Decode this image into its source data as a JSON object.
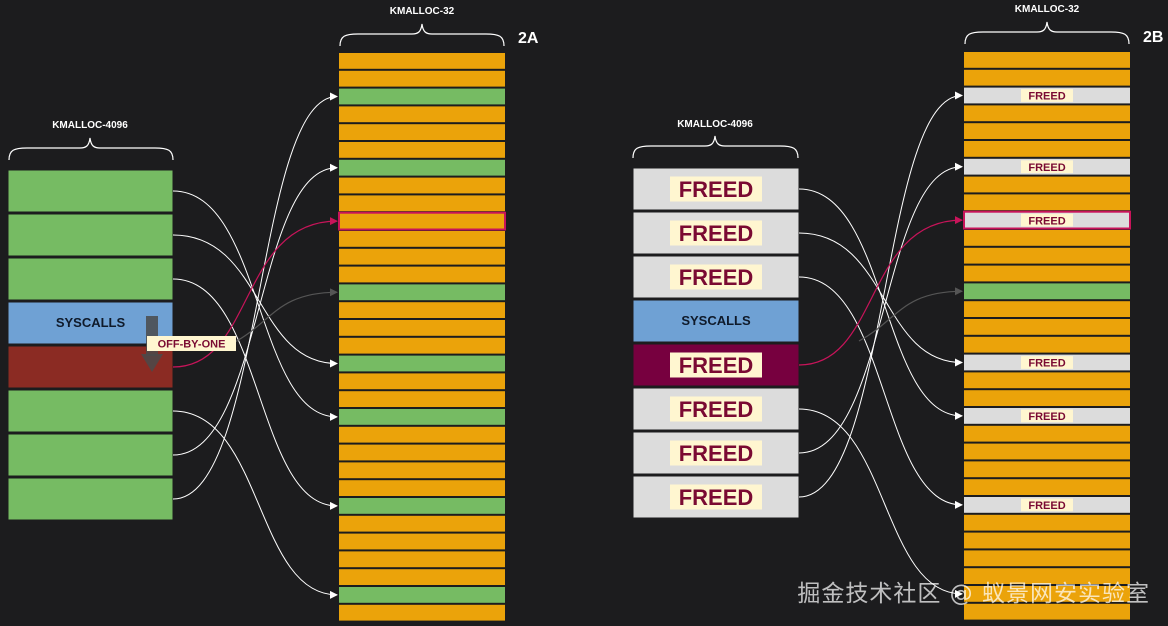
{
  "colors": {
    "background": "#1c1c1e",
    "green": "#76bb63",
    "orange": "#eba30a",
    "grey": "#dcdcdc",
    "blue": "#6fa1d4",
    "darkred": "#8b2b23",
    "maroon": "#77003f",
    "highlight": "#c8145a",
    "label_bg": "#fff6d0",
    "text_maroon": "#7a0a32",
    "white": "#ffffff"
  },
  "panel_a": {
    "label": "2A",
    "left_title": "KMALLOC-4096",
    "right_title": "KMALLOC-32",
    "left_blocks": [
      {
        "kind": "green",
        "text": ""
      },
      {
        "kind": "green",
        "text": ""
      },
      {
        "kind": "green",
        "text": ""
      },
      {
        "kind": "blue",
        "text": "SYSCALLS"
      },
      {
        "kind": "darkred",
        "text": ""
      },
      {
        "kind": "green",
        "text": ""
      },
      {
        "kind": "green",
        "text": ""
      },
      {
        "kind": "green",
        "text": ""
      }
    ],
    "right_green_rows": [
      2,
      6,
      13,
      17,
      20,
      25,
      30
    ],
    "right_highlight_row": 9,
    "overflow_label": "OFF-BY-ONE"
  },
  "panel_b": {
    "label": "2B",
    "left_title": "KMALLOC-4096",
    "right_title": "KMALLOC-32",
    "left_blocks": [
      {
        "kind": "grey",
        "text": "FREED"
      },
      {
        "kind": "grey",
        "text": "FREED"
      },
      {
        "kind": "grey",
        "text": "FREED"
      },
      {
        "kind": "blue",
        "text": "SYSCALLS"
      },
      {
        "kind": "maroon",
        "text": "FREED"
      },
      {
        "kind": "grey",
        "text": "FREED"
      },
      {
        "kind": "grey",
        "text": "FREED"
      },
      {
        "kind": "grey",
        "text": "FREED"
      }
    ],
    "right_freed_rows": [
      2,
      6,
      9,
      17,
      20,
      25
    ],
    "right_green_rows": [
      13
    ],
    "right_highlight_row": 9,
    "freed_label": "FREED"
  },
  "watermark": "掘金技术社区 @ 蚁景网安实验室"
}
